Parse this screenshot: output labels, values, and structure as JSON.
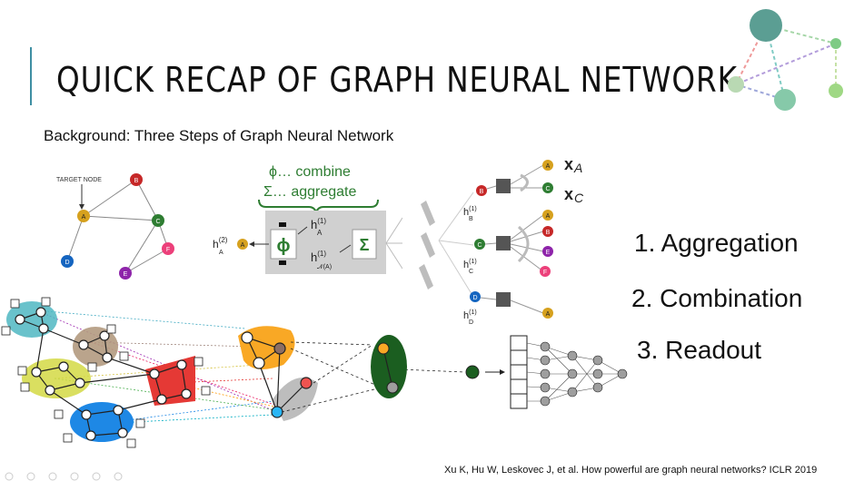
{
  "slide": {
    "title": "QUICK RECAP OF GRAPH NEURAL NETWORK",
    "subtitle": "Background: Three Steps of Graph Neural Network",
    "steps": [
      "1. Aggregation",
      "2. Combination",
      "3. Readout"
    ],
    "citation": "Xu K, Hu W, Leskovec J, et al. How powerful are graph neural networks? ICLR 2019"
  },
  "target_graph": {
    "target_label": "TARGET NODE",
    "nodes": [
      {
        "label": "A",
        "color": "#d6a11e"
      },
      {
        "label": "B",
        "color": "#c62828"
      },
      {
        "label": "C",
        "color": "#2e7d32"
      },
      {
        "label": "D",
        "color": "#1565c0"
      },
      {
        "label": "E",
        "color": "#8e24aa"
      },
      {
        "label": "F",
        "color": "#ec407a"
      }
    ]
  },
  "aggregation_box": {
    "combine_label": "ϕ… combine",
    "aggregate_label": "Σ… aggregate",
    "phi_symbol": "ϕ",
    "sigma_symbol": "Σ",
    "h_a1": "h",
    "h_a1_sup": "(1)",
    "h_a1_sub": "A",
    "h_na1": "h",
    "h_na1_sup": "(1)",
    "h_na1_sub": "𝒩(A)",
    "h_a2": "h",
    "h_a2_sup": "(2)",
    "h_a2_sub": "A",
    "node_a": "A",
    "accent_color": "#2e7d32"
  },
  "neighbor_tree": {
    "x_a": "x",
    "x_a_sub": "A",
    "x_c": "x",
    "x_c_sub": "C",
    "rows": [
      {
        "node": "B",
        "h_sub": "B",
        "color": "#c62828"
      },
      {
        "node": "C",
        "h_sub": "C",
        "color": "#2e7d32"
      },
      {
        "node": "D",
        "h_sub": "D",
        "color": "#1565c0"
      }
    ],
    "h_sup": "(1)",
    "leaf_nodes": [
      "A",
      "C",
      "A",
      "B",
      "E",
      "F",
      "A"
    ]
  }
}
